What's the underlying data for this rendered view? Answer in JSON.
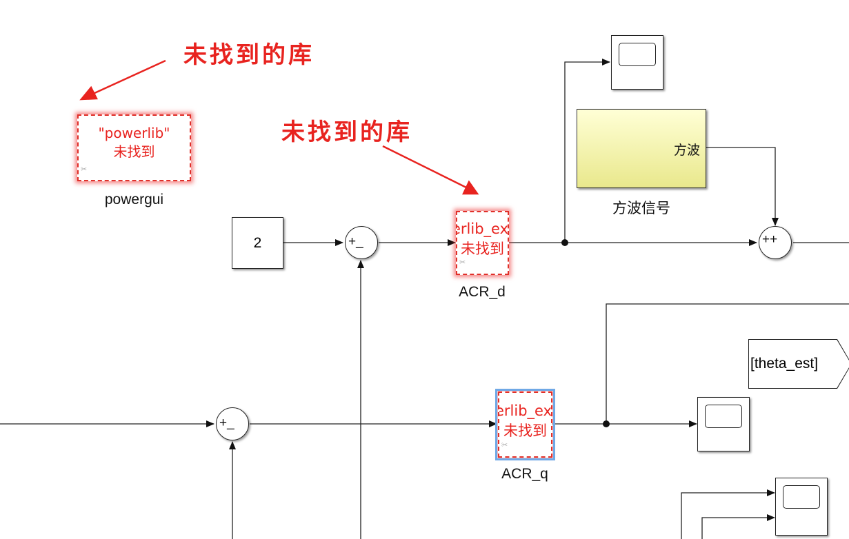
{
  "annotations": {
    "top_left": "未找到的库",
    "middle": "未找到的库"
  },
  "blocks": {
    "powergui": {
      "line1": "\"powerlib\"",
      "line2": "未找到",
      "name": "powergui"
    },
    "acr_d": {
      "line1": "erlib_ex",
      "line2": "未找到",
      "name": "ACR_d"
    },
    "acr_q": {
      "line1": "erlib_ex",
      "line2": "未找到",
      "name": "ACR_q"
    },
    "constant": {
      "value": "2"
    },
    "square_wave": {
      "port_label": "方波",
      "name": "方波信号"
    },
    "goto": {
      "tag": "[theta_est]"
    },
    "sum_top": {
      "signs": "+_"
    },
    "sum_right": {
      "signs": "++"
    },
    "sum_bottom": {
      "signs": "+_"
    }
  },
  "colors": {
    "missing_library": "#e8231f",
    "selection": "#6fa8e6",
    "square_wave_fill": "#f2f2a8"
  },
  "icons": {
    "library_link": "broken-link-icon"
  }
}
